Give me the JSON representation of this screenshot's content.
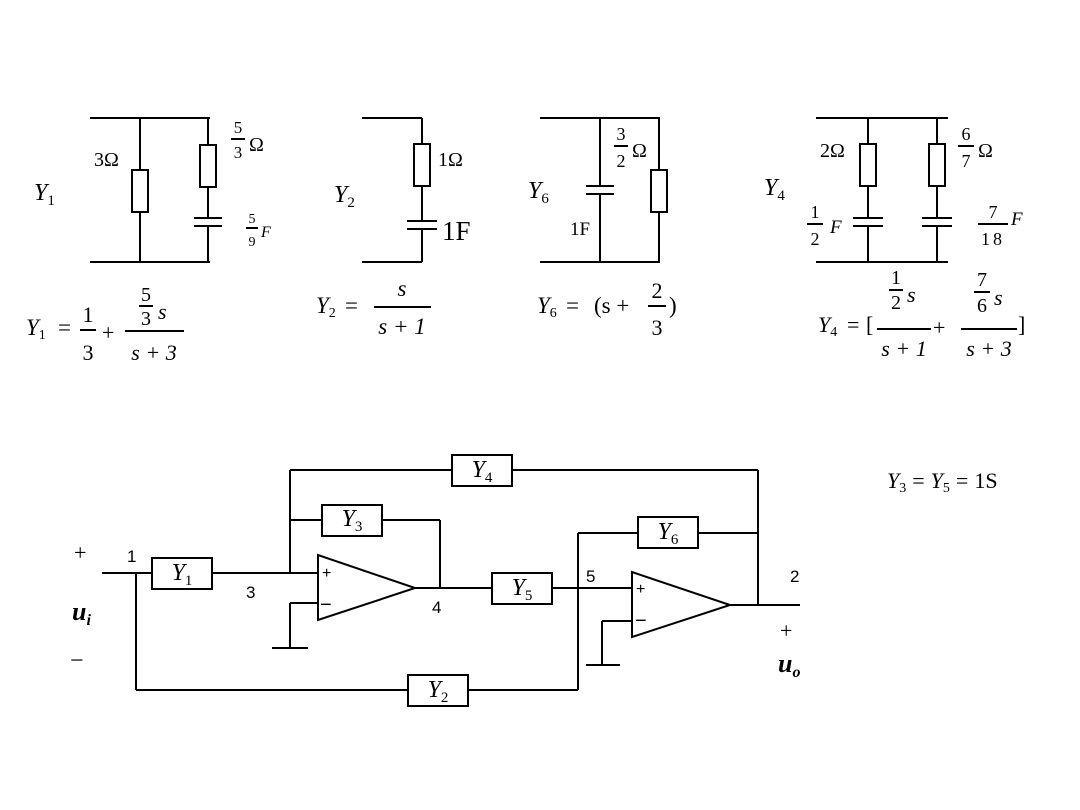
{
  "colors": {
    "stroke": "#000000",
    "background": "#ffffff"
  },
  "sub1": {
    "y_sym": "Y",
    "y_sub": "1",
    "r1": "3Ω",
    "r2_num": "5",
    "r2_den": "3",
    "r2_unit": "Ω",
    "c_num": "5",
    "c_den": "9",
    "c_unit": "F",
    "eq": {
      "lhs": "Y",
      "lhs_sub": "1",
      "eq": "=",
      "t1_num": "1",
      "t1_den": "3",
      "plus": "+",
      "t2_top_num": "5",
      "t2_top_den": "3",
      "t2_top_s": "s",
      "t2_den": "s + 3"
    }
  },
  "sub2": {
    "y_sym": "Y",
    "y_sub": "2",
    "r": "1Ω",
    "c": "1F",
    "eq": {
      "lhs": "Y",
      "lhs_sub": "2",
      "eq": "=",
      "num": "s",
      "den": "s + 1"
    }
  },
  "sub6": {
    "y_sym": "Y",
    "y_sub": "6",
    "c": "1F",
    "r_num": "3",
    "r_den": "2",
    "r_unit": "Ω",
    "eq": {
      "lhs": "Y",
      "lhs_sub": "6",
      "eq": "=",
      "open": "(s +",
      "num": "2",
      "den": "3",
      "close": ")"
    }
  },
  "sub4": {
    "y_sym": "Y",
    "y_sub": "4",
    "r1": "2Ω",
    "r2_num": "6",
    "r2_den": "7",
    "r2_unit": "Ω",
    "c1_num": "1",
    "c1_den": "2",
    "c1_unit": "F",
    "c2_num": "7",
    "c2_den": "18",
    "c2_unit": "F",
    "eq": {
      "lhs": "Y",
      "lhs_sub": "4",
      "eq": "=",
      "open": "[",
      "t1_top_num": "1",
      "t1_top_den": "2",
      "t1_top_s": "s",
      "t1_den": "s + 1",
      "plus": "+",
      "t2_top_num": "7",
      "t2_top_den": "6",
      "t2_top_s": "s",
      "t2_den": "s + 3",
      "close": "]"
    }
  },
  "main": {
    "y3y5_note": {
      "a": "Y",
      "a_sub": "3",
      "eq1": "=",
      "b": "Y",
      "b_sub": "5",
      "eq2": "=",
      "val": "1S"
    },
    "blocks": {
      "Y1": {
        "sym": "Y",
        "sub": "1"
      },
      "Y2": {
        "sym": "Y",
        "sub": "2"
      },
      "Y3": {
        "sym": "Y",
        "sub": "3"
      },
      "Y4": {
        "sym": "Y",
        "sub": "4"
      },
      "Y5": {
        "sym": "Y",
        "sub": "5"
      },
      "Y6": {
        "sym": "Y",
        "sub": "6"
      }
    },
    "nodes": {
      "n1": "1",
      "n2": "2",
      "n3": "3",
      "n4": "4",
      "n5": "5"
    },
    "opamp_plus": "+",
    "opamp_minus": "−",
    "input": {
      "plus": "+",
      "sym": "u",
      "sub": "i",
      "minus": "−"
    },
    "output": {
      "plus": "+",
      "sym": "u",
      "sub": "o"
    }
  }
}
